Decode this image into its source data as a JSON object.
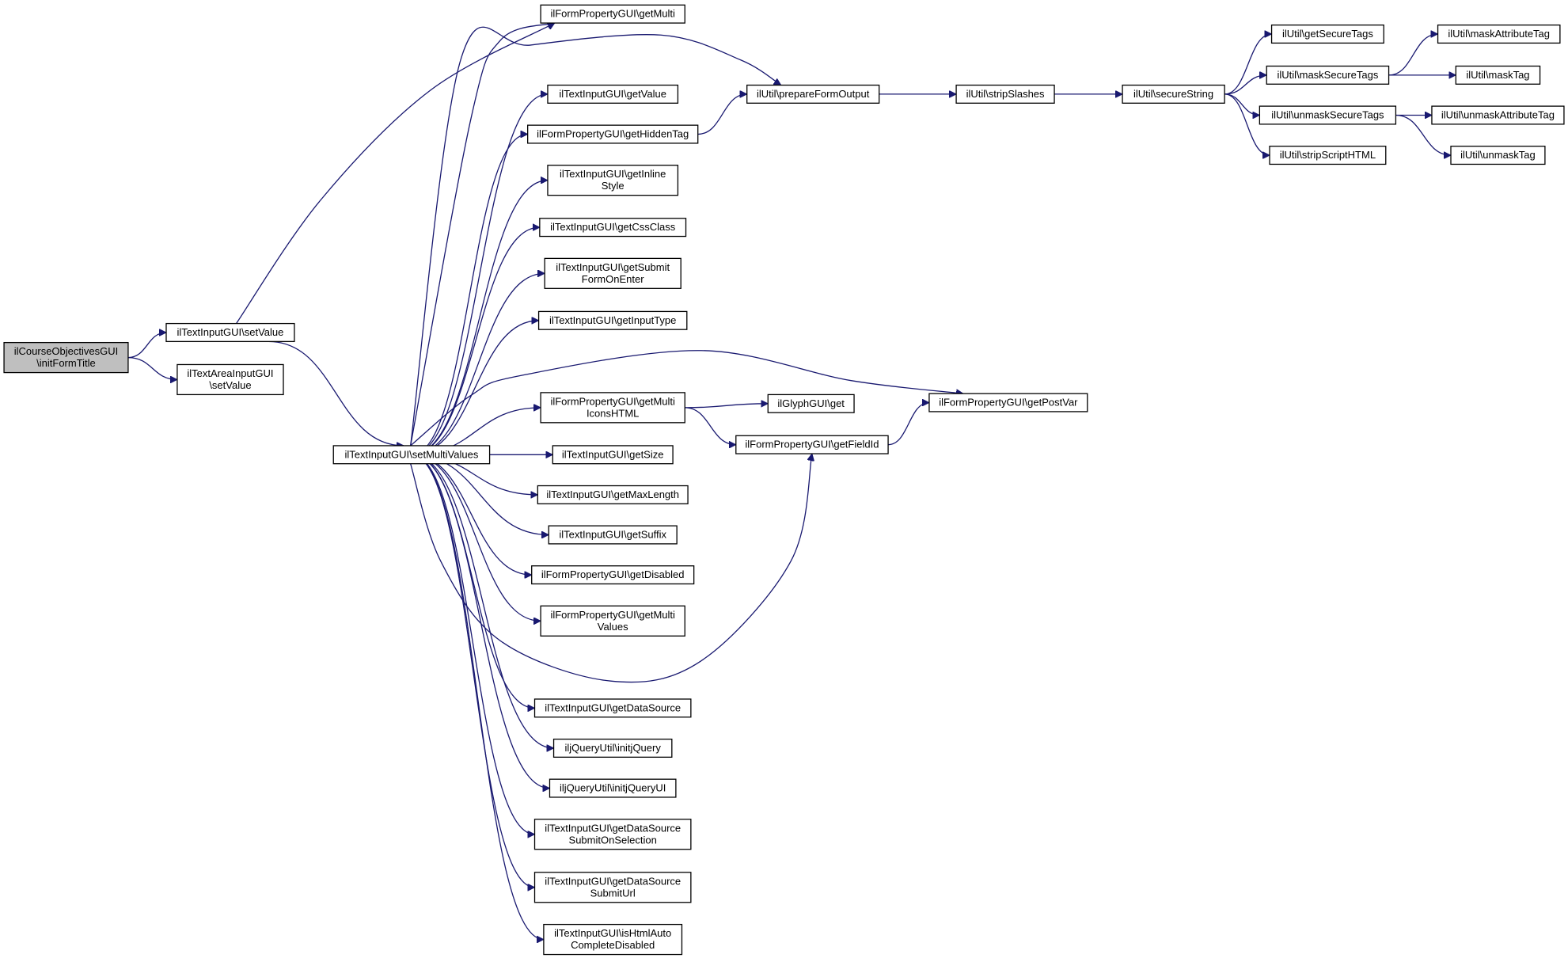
{
  "nodes": [
    {
      "id": "root",
      "lines": [
        "ilCourseObjectivesGUI",
        "\\initFormTitle"
      ],
      "root": true
    },
    {
      "id": "tig_setValue",
      "lines": [
        "ilTextInputGUI\\setValue"
      ]
    },
    {
      "id": "taig_setValue",
      "lines": [
        "ilTextAreaInputGUI",
        "\\setValue"
      ]
    },
    {
      "id": "setMultiValues",
      "lines": [
        "ilTextInputGUI\\setMultiValues"
      ]
    },
    {
      "id": "fp_getMulti",
      "lines": [
        "ilFormPropertyGUI\\getMulti"
      ]
    },
    {
      "id": "tig_getValue",
      "lines": [
        "ilTextInputGUI\\getValue"
      ]
    },
    {
      "id": "fp_getHiddenTag",
      "lines": [
        "ilFormPropertyGUI\\getHiddenTag"
      ]
    },
    {
      "id": "tig_getInlineStyle",
      "lines": [
        "ilTextInputGUI\\getInline",
        "Style"
      ]
    },
    {
      "id": "tig_getCssClass",
      "lines": [
        "ilTextInputGUI\\getCssClass"
      ]
    },
    {
      "id": "tig_getSubmitFormOnEnter",
      "lines": [
        "ilTextInputGUI\\getSubmit",
        "FormOnEnter"
      ]
    },
    {
      "id": "tig_getInputType",
      "lines": [
        "ilTextInputGUI\\getInputType"
      ]
    },
    {
      "id": "fp_getMultiIconsHTML",
      "lines": [
        "ilFormPropertyGUI\\getMulti",
        "IconsHTML"
      ]
    },
    {
      "id": "tig_getSize",
      "lines": [
        "ilTextInputGUI\\getSize"
      ]
    },
    {
      "id": "tig_getMaxLength",
      "lines": [
        "ilTextInputGUI\\getMaxLength"
      ]
    },
    {
      "id": "tig_getSuffix",
      "lines": [
        "ilTextInputGUI\\getSuffix"
      ]
    },
    {
      "id": "fp_getDisabled",
      "lines": [
        "ilFormPropertyGUI\\getDisabled"
      ]
    },
    {
      "id": "fp_getMultiValues",
      "lines": [
        "ilFormPropertyGUI\\getMulti",
        "Values"
      ]
    },
    {
      "id": "tig_getDataSource",
      "lines": [
        "ilTextInputGUI\\getDataSource"
      ]
    },
    {
      "id": "jq_initjQuery",
      "lines": [
        "iljQueryUtil\\initjQuery"
      ]
    },
    {
      "id": "jq_initjQueryUI",
      "lines": [
        "iljQueryUtil\\initjQueryUI"
      ]
    },
    {
      "id": "tig_getDataSourceSubmitOnSelection",
      "lines": [
        "ilTextInputGUI\\getDataSource",
        "SubmitOnSelection"
      ]
    },
    {
      "id": "tig_getDataSourceSubmitUrl",
      "lines": [
        "ilTextInputGUI\\getDataSource",
        "SubmitUrl"
      ]
    },
    {
      "id": "tig_isHtmlAutoCompleteDisabled",
      "lines": [
        "ilTextInputGUI\\isHtmlAuto",
        "CompleteDisabled"
      ]
    },
    {
      "id": "util_prepareFormOutput",
      "lines": [
        "ilUtil\\prepareFormOutput"
      ]
    },
    {
      "id": "glyph_get",
      "lines": [
        "ilGlyphGUI\\get"
      ]
    },
    {
      "id": "fp_getFieldId",
      "lines": [
        "ilFormPropertyGUI\\getFieldId"
      ]
    },
    {
      "id": "fp_getPostVar",
      "lines": [
        "ilFormPropertyGUI\\getPostVar"
      ]
    },
    {
      "id": "util_stripSlashes",
      "lines": [
        "ilUtil\\stripSlashes"
      ]
    },
    {
      "id": "util_secureString",
      "lines": [
        "ilUtil\\secureString"
      ]
    },
    {
      "id": "util_getSecureTags",
      "lines": [
        "ilUtil\\getSecureTags"
      ]
    },
    {
      "id": "util_maskSecureTags",
      "lines": [
        "ilUtil\\maskSecureTags"
      ]
    },
    {
      "id": "util_unmaskSecureTags",
      "lines": [
        "ilUtil\\unmaskSecureTags"
      ]
    },
    {
      "id": "util_stripScriptHTML",
      "lines": [
        "ilUtil\\stripScriptHTML"
      ]
    },
    {
      "id": "util_maskAttributeTag",
      "lines": [
        "ilUtil\\maskAttributeTag"
      ]
    },
    {
      "id": "util_maskTag",
      "lines": [
        "ilUtil\\maskTag"
      ]
    },
    {
      "id": "util_unmaskAttributeTag",
      "lines": [
        "ilUtil\\unmaskAttributeTag"
      ]
    },
    {
      "id": "util_unmaskTag",
      "lines": [
        "ilUtil\\unmaskTag"
      ]
    }
  ],
  "edges": [
    [
      "root",
      "tig_setValue"
    ],
    [
      "root",
      "taig_setValue"
    ],
    [
      "tig_setValue",
      "fp_getMulti"
    ],
    [
      "tig_setValue",
      "setMultiValues"
    ],
    [
      "setMultiValues",
      "fp_getMulti"
    ],
    [
      "setMultiValues",
      "util_prepareFormOutput"
    ],
    [
      "setMultiValues",
      "tig_getValue"
    ],
    [
      "setMultiValues",
      "fp_getHiddenTag"
    ],
    [
      "setMultiValues",
      "tig_getInlineStyle"
    ],
    [
      "setMultiValues",
      "tig_getCssClass"
    ],
    [
      "setMultiValues",
      "tig_getSubmitFormOnEnter"
    ],
    [
      "setMultiValues",
      "tig_getInputType"
    ],
    [
      "setMultiValues",
      "fp_getPostVar"
    ],
    [
      "setMultiValues",
      "fp_getMultiIconsHTML"
    ],
    [
      "setMultiValues",
      "tig_getSize"
    ],
    [
      "setMultiValues",
      "tig_getMaxLength"
    ],
    [
      "setMultiValues",
      "tig_getSuffix"
    ],
    [
      "setMultiValues",
      "fp_getDisabled"
    ],
    [
      "setMultiValues",
      "fp_getMultiValues"
    ],
    [
      "setMultiValues",
      "fp_getFieldId"
    ],
    [
      "setMultiValues",
      "tig_getDataSource"
    ],
    [
      "setMultiValues",
      "jq_initjQuery"
    ],
    [
      "setMultiValues",
      "jq_initjQueryUI"
    ],
    [
      "setMultiValues",
      "tig_getDataSourceSubmitOnSelection"
    ],
    [
      "setMultiValues",
      "tig_getDataSourceSubmitUrl"
    ],
    [
      "setMultiValues",
      "tig_isHtmlAutoCompleteDisabled"
    ],
    [
      "fp_getHiddenTag",
      "util_prepareFormOutput"
    ],
    [
      "fp_getMultiIconsHTML",
      "glyph_get"
    ],
    [
      "fp_getMultiIconsHTML",
      "fp_getFieldId"
    ],
    [
      "fp_getFieldId",
      "fp_getPostVar"
    ],
    [
      "util_prepareFormOutput",
      "util_stripSlashes"
    ],
    [
      "util_stripSlashes",
      "util_secureString"
    ],
    [
      "util_secureString",
      "util_getSecureTags"
    ],
    [
      "util_secureString",
      "util_maskSecureTags"
    ],
    [
      "util_secureString",
      "util_unmaskSecureTags"
    ],
    [
      "util_secureString",
      "util_stripScriptHTML"
    ],
    [
      "util_maskSecureTags",
      "util_maskAttributeTag"
    ],
    [
      "util_maskSecureTags",
      "util_maskTag"
    ],
    [
      "util_unmaskSecureTags",
      "util_unmaskAttributeTag"
    ],
    [
      "util_unmaskSecureTags",
      "util_unmaskTag"
    ]
  ]
}
